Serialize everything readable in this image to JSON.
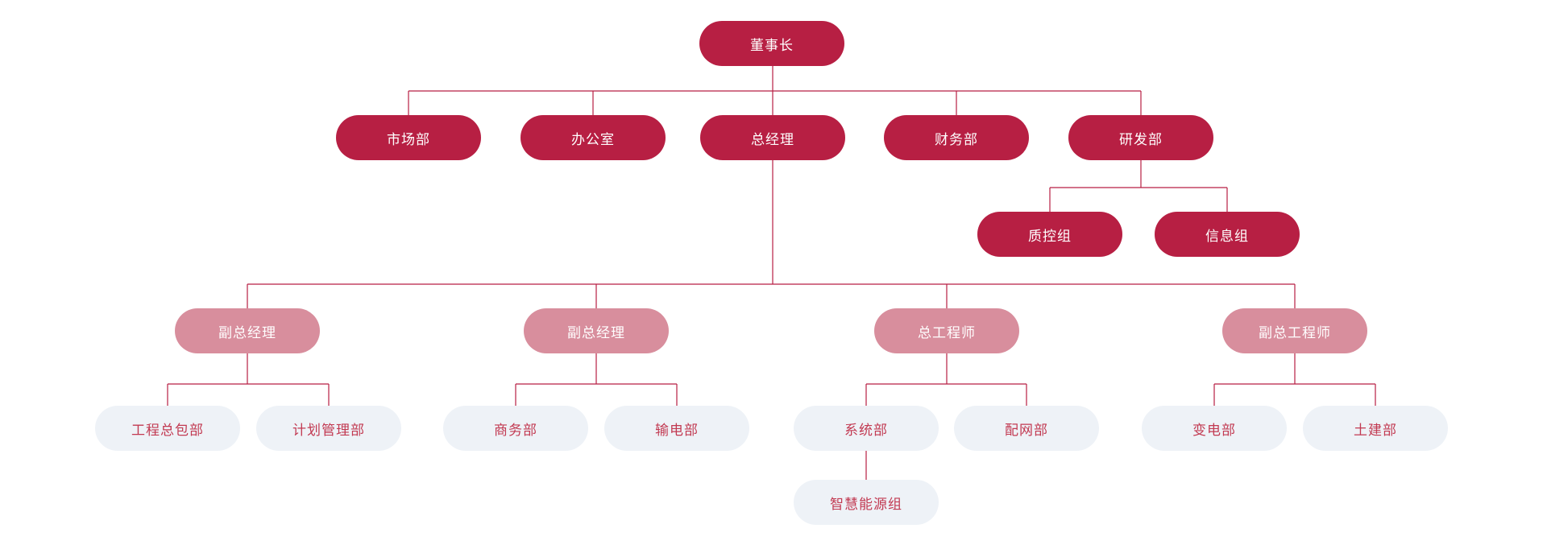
{
  "diagram": {
    "type": "org-chart",
    "colors": {
      "primary_pill": "#b71f43",
      "secondary_pill": "#d88e9d",
      "light_pill_bg": "#eef2f7",
      "light_pill_text": "#c23a52",
      "connector_line": "#b71f43",
      "text_on_dark": "#ffffff",
      "background": "#ffffff"
    },
    "nodes": [
      {
        "label": "董事长",
        "style": "dark"
      },
      {
        "label": "市场部",
        "style": "dark"
      },
      {
        "label": "办公室",
        "style": "dark"
      },
      {
        "label": "总经理",
        "style": "dark"
      },
      {
        "label": "财务部",
        "style": "dark"
      },
      {
        "label": "研发部",
        "style": "dark"
      },
      {
        "label": "质控组",
        "style": "dark"
      },
      {
        "label": "信息组",
        "style": "dark"
      },
      {
        "label": "副总经理",
        "style": "pink"
      },
      {
        "label": "副总经理",
        "style": "pink"
      },
      {
        "label": "总工程师",
        "style": "pink"
      },
      {
        "label": "副总工程师",
        "style": "pink"
      },
      {
        "label": "工程总包部",
        "style": "light"
      },
      {
        "label": "计划管理部",
        "style": "light"
      },
      {
        "label": "商务部",
        "style": "light"
      },
      {
        "label": "输电部",
        "style": "light"
      },
      {
        "label": "系统部",
        "style": "light"
      },
      {
        "label": "配网部",
        "style": "light"
      },
      {
        "label": "变电部",
        "style": "light"
      },
      {
        "label": "土建部",
        "style": "light"
      },
      {
        "label": "智慧能源组",
        "style": "light"
      }
    ],
    "hierarchy": {
      "label": "董事长",
      "children": [
        {
          "label": "市场部"
        },
        {
          "label": "办公室"
        },
        {
          "label": "总经理",
          "children": [
            {
              "label": "副总经理",
              "children": [
                {
                  "label": "工程总包部"
                },
                {
                  "label": "计划管理部"
                }
              ]
            },
            {
              "label": "副总经理",
              "children": [
                {
                  "label": "商务部"
                },
                {
                  "label": "输电部"
                }
              ]
            },
            {
              "label": "总工程师",
              "children": [
                {
                  "label": "系统部",
                  "children": [
                    {
                      "label": "智慧能源组"
                    }
                  ]
                },
                {
                  "label": "配网部"
                }
              ]
            },
            {
              "label": "副总工程师",
              "children": [
                {
                  "label": "变电部"
                },
                {
                  "label": "土建部"
                }
              ]
            }
          ]
        },
        {
          "label": "财务部"
        },
        {
          "label": "研发部",
          "children": [
            {
              "label": "质控组"
            },
            {
              "label": "信息组"
            }
          ]
        }
      ]
    }
  }
}
